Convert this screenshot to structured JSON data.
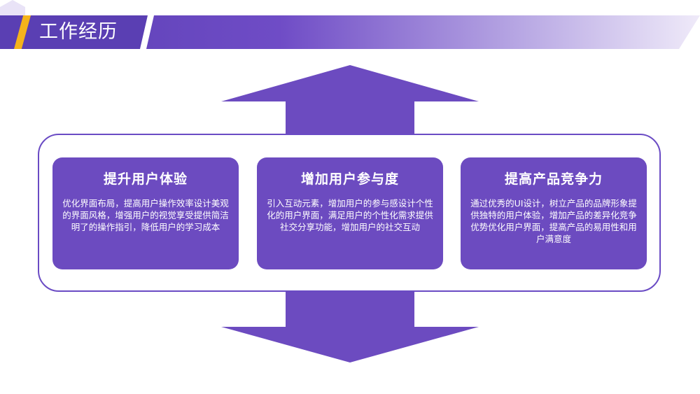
{
  "header": {
    "title": "工作经历"
  },
  "cards": [
    {
      "title": "提升用户体验",
      "body": "优化界面布局，提高用户操作效率设计美观的界面风格，增强用户的视觉享受提供简洁明了的操作指引，降低用户的学习成本"
    },
    {
      "title": "增加用户参与度",
      "body": "引入互动元素，增加用户的参与感设计个性化的用户界面，满足用户的个性化需求提供社交分享功能，增加用户的社交互动"
    },
    {
      "title": "提高产品竞争力",
      "body": "通过优秀的UI设计，树立产品的品牌形象提供独特的用户体验，增加产品的差异化竞争优势优化用户界面，提高产品的易用性和用户满意度"
    }
  ],
  "colors": {
    "primary": "#6c4bc0",
    "accent": "#f5b31b",
    "frame": "#6a4bc4"
  }
}
